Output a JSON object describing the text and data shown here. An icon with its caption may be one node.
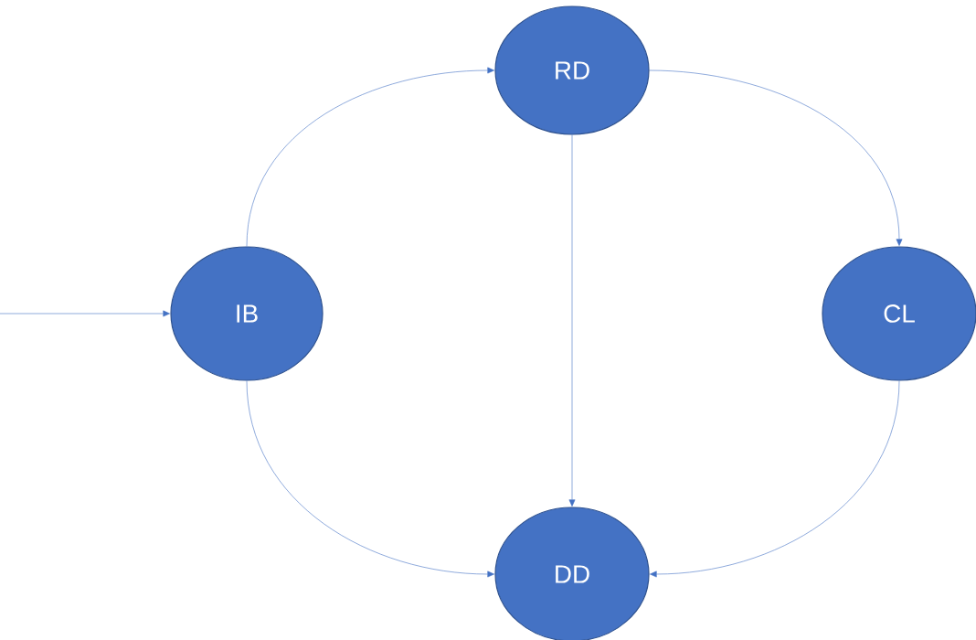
{
  "diagram": {
    "nodes": [
      {
        "text": [
          "IB"
        ]
      },
      {
        "text": [
          "RD"
        ]
      },
      {
        "text": [
          "CL"
        ]
      },
      {
        "text": [
          "DD"
        ]
      }
    ],
    "edges": [
      {
        "from": null,
        "to": 0,
        "arrow": "to"
      },
      {
        "from": 0,
        "to": 1,
        "arrow": "to"
      },
      {
        "from": 1,
        "to": 2,
        "arrow": "to"
      },
      {
        "from": 1,
        "to": 3,
        "arrow": "to"
      },
      {
        "from": 0,
        "to": 3,
        "arrow": "to"
      },
      {
        "from": 2,
        "to": 3,
        "arrow": "to"
      }
    ]
  }
}
